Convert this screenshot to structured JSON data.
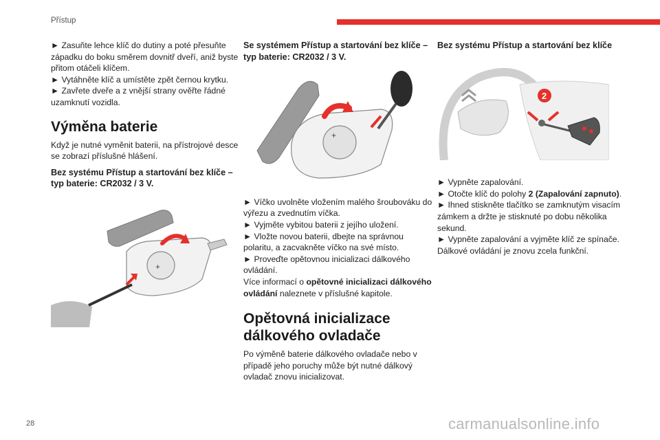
{
  "header": {
    "title": "Přístup",
    "accent_color": "#e5302b"
  },
  "col1": {
    "intro_steps": [
      "► Zasuňte lehce klíč do dutiny a poté přesuňte západku do boku směrem dovnitř dveří, aniž byste přitom otáčeli klíčem.",
      "► Vytáhněte klíč a umístěte zpět černou krytku.",
      "► Zavřete dveře a z vnější strany ověřte řádné uzamknutí vozidla."
    ],
    "heading": "Výměna baterie",
    "para": "Když je nutné vyměnit baterii, na přístrojové desce se zobrazí příslušné hlášení.",
    "subheading": "Bez systému Přístup a startování bez klíče – typ baterie: CR2032 / 3 V."
  },
  "col2": {
    "subheading": "Se systémem Přístup a startování bez klíče – typ baterie: CR2032 / 3 V.",
    "steps": [
      "► Víčko uvolněte vložením malého šroubováku do výřezu a zvednutím víčka.",
      "► Vyjměte vybitou baterii z jejího uložení.",
      "► Vložte novou baterii, dbejte na správnou polaritu, a zacvakněte víčko na své místo.",
      "► Proveďte opětovnou inicializaci dálkového ovládání."
    ],
    "more_prefix": "Více informací o ",
    "more_bold": "opětovné inicializaci dálkového ovládání",
    "more_suffix": " naleznete v příslušné kapitole.",
    "heading": "Opětovná inicializace dálkového ovladače",
    "para": "Po výměně baterie dálkového ovladače nebo v případě jeho poruchy může být nutné dálkový ovladač znovu inicializovat."
  },
  "col3": {
    "subheading": "Bez systému Přístup a startování bez klíče",
    "figure_callout": "2",
    "step1": "► Vypněte zapalování.",
    "step2_prefix": "► Otočte klíč do polohy ",
    "step2_bold": "2 (Zapalování zapnuto)",
    "step2_suffix": ".",
    "step3": "► Ihned stiskněte tlačítko se zamknutým visacím zámkem a držte je stisknuté po dobu několika sekund.",
    "step4": "► Vypněte zapalování a vyjměte klíč ze spínače.",
    "result": "Dálkové ovládání je znovu zcela funkční."
  },
  "footer": {
    "page_number": "28",
    "watermark": "carmanualsonline.info"
  }
}
